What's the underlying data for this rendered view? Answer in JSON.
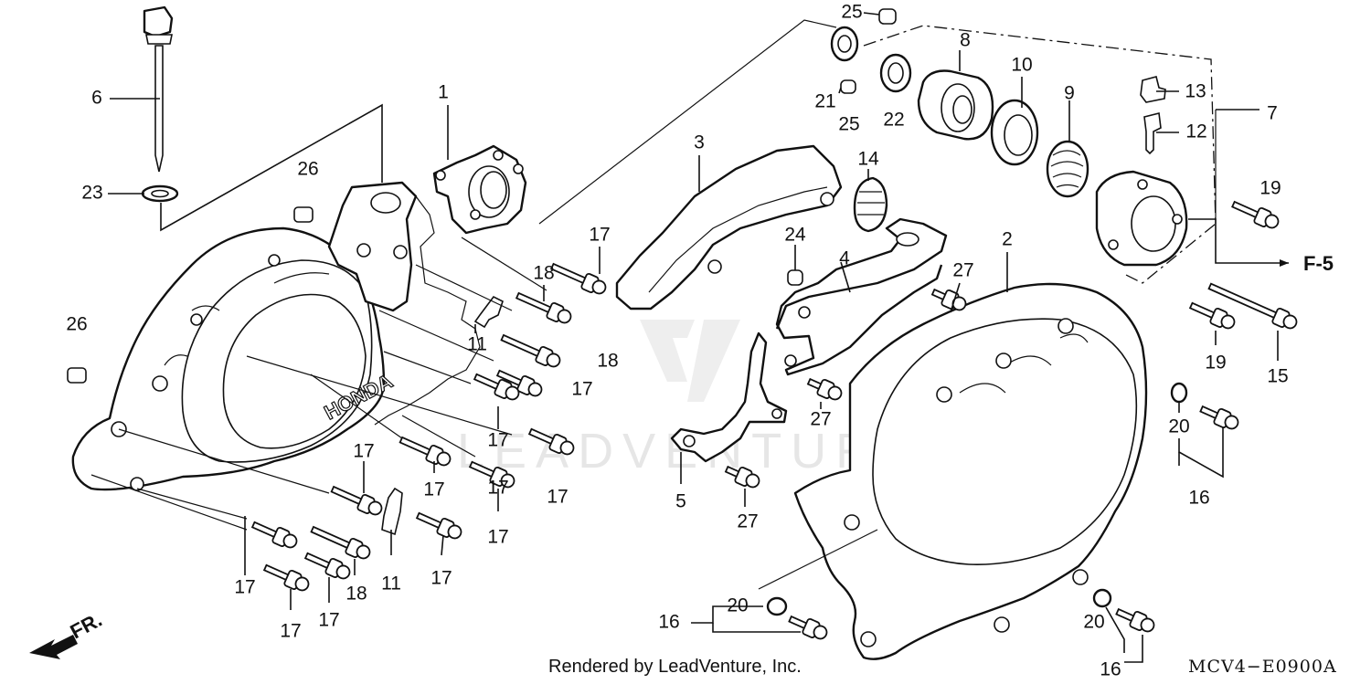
{
  "diagram": {
    "footer_credit": "Rendered by LeadVenture, Inc.",
    "diagram_code": "MCV4−E0900A",
    "watermark_text": "LEADVENTURE",
    "reference_label": "F-5",
    "direction_label": "FR.",
    "logo_text": "HONDA",
    "callouts": {
      "c1": "1",
      "c2": "2",
      "c3": "3",
      "c4": "4",
      "c5": "5",
      "c6": "6",
      "c7": "7",
      "c8": "8",
      "c9": "9",
      "c10": "10",
      "c11a": "11",
      "c11b": "11",
      "c12": "12",
      "c13": "13",
      "c14": "14",
      "c15": "15",
      "c16a": "16",
      "c16b": "16",
      "c16c": "16",
      "c17a": "17",
      "c17b": "17",
      "c17c": "17",
      "c17d": "17",
      "c17e": "17",
      "c17f": "17",
      "c17g": "17",
      "c17h": "17",
      "c17i": "17",
      "c17j": "17",
      "c17k": "17",
      "c17l": "17",
      "c18a": "18",
      "c18b": "18",
      "c18c": "18",
      "c19a": "19",
      "c19b": "19",
      "c20a": "20",
      "c20b": "20",
      "c20c": "20",
      "c21": "21",
      "c22": "22",
      "c23": "23",
      "c24": "24",
      "c25a": "25",
      "c25b": "25",
      "c26a": "26",
      "c26b": "26",
      "c27a": "27",
      "c27b": "27",
      "c27c": "27"
    }
  }
}
